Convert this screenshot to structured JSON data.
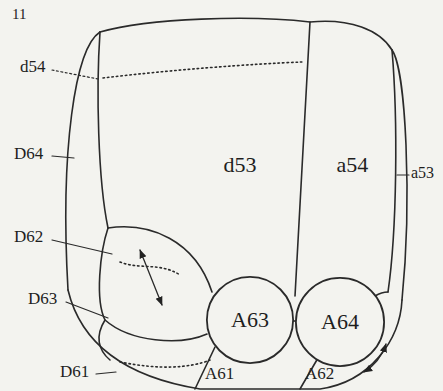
{
  "diagram": {
    "nodes": [
      {
        "text": [
          "d53"
        ]
      },
      {
        "text": [
          "a54"
        ]
      },
      {
        "text": [
          "A63"
        ]
      },
      {
        "text": [
          "A64"
        ]
      }
    ],
    "edges": [
      {
        "from": 2,
        "to": 3,
        "arrow": "both"
      }
    ],
    "labels": [
      "11",
      "d54",
      "D64",
      "D62",
      "D63",
      "D61",
      "A61",
      "A62",
      "a53"
    ]
  }
}
